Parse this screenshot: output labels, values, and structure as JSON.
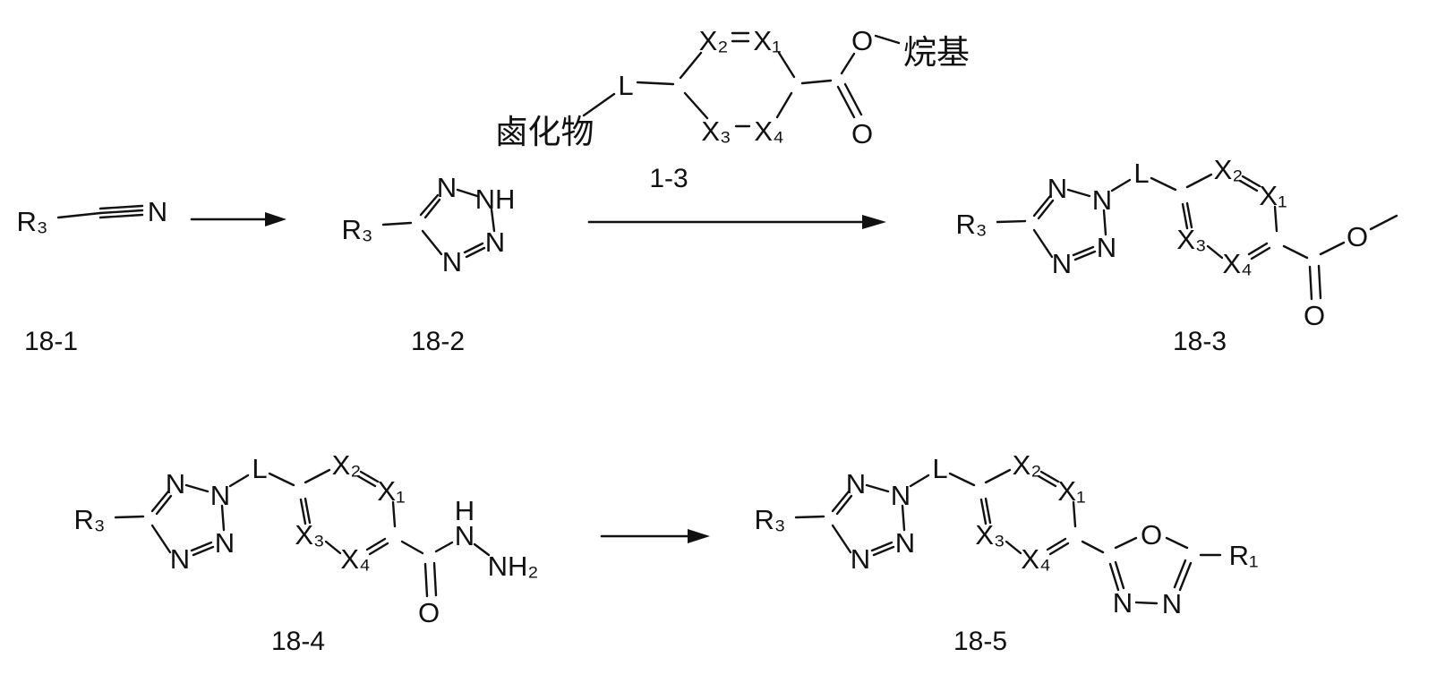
{
  "page": {
    "background": "#ffffff",
    "ink": "#111111"
  },
  "labels": {
    "r3": "R₃",
    "r1": "R₁",
    "l": "L",
    "n": "N",
    "nh": "NH",
    "h": "H",
    "nh2": "NH₂",
    "o": "O",
    "x1": "X₁",
    "x2": "X₂",
    "x3": "X₃",
    "x4": "X₄",
    "halide": "鹵化物",
    "alkyl": "烷基"
  },
  "ids": {
    "c18_1": "18-1",
    "c18_2": "18-2",
    "c18_3": "18-3",
    "c18_4": "18-4",
    "c18_5": "18-5",
    "reagent": "1-3"
  }
}
